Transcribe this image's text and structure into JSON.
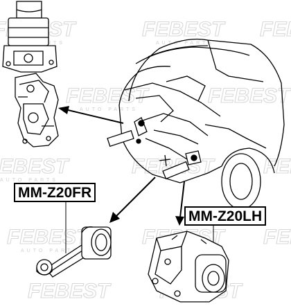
{
  "watermark": {
    "brand": "FEBEST",
    "tagline": "AUTO PARTS"
  },
  "labels": {
    "part_front_right": "MM-Z20FR",
    "part_left": "MM-Z20LH"
  }
}
